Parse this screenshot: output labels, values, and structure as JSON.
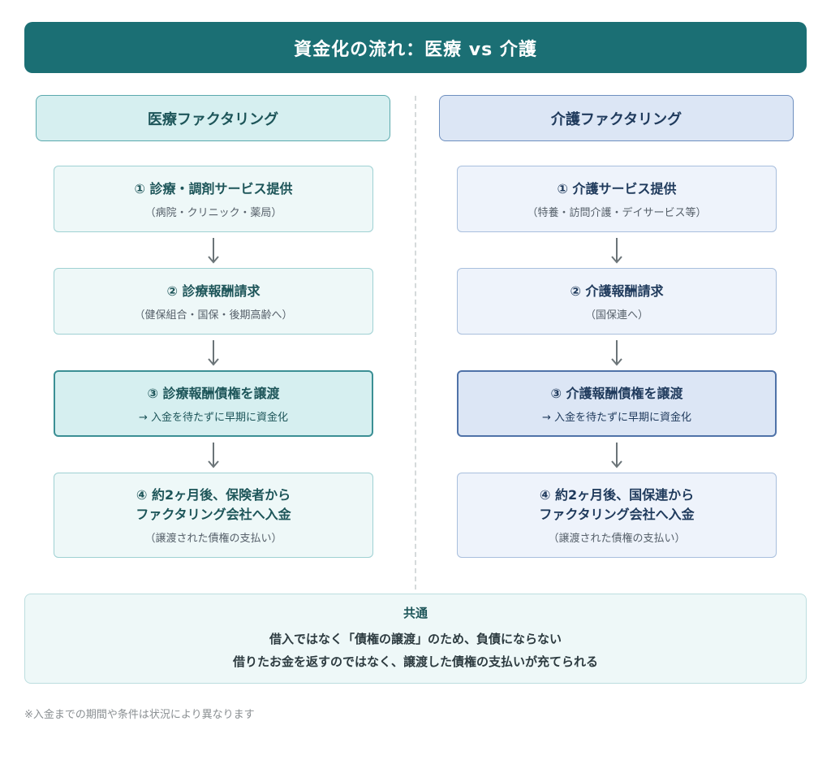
{
  "title": "資金化の流れ：医療 vs 介護",
  "medical": {
    "header": "医療ファクタリング",
    "steps": [
      {
        "title": "① 診療・調剤サービス提供",
        "sub": "（病院・クリニック・薬局）"
      },
      {
        "title": "② 診療報酬請求",
        "sub": "（健保組合・国保・後期高齢へ）"
      },
      {
        "title": "③ 診療報酬債権を譲渡",
        "note": "→ 入金を待たずに早期に資金化"
      },
      {
        "title_line1": "④ 約2ヶ月後、保険者から",
        "title_line2": "ファクタリング会社へ入金",
        "sub": "（譲渡された債権の支払い）"
      }
    ]
  },
  "care": {
    "header": "介護ファクタリング",
    "steps": [
      {
        "title": "① 介護サービス提供",
        "sub": "（特養・訪問介護・デイサービス等）"
      },
      {
        "title": "② 介護報酬請求",
        "sub": "（国保連へ）"
      },
      {
        "title": "③ 介護報酬債権を譲渡",
        "note": "→ 入金を待たずに早期に資金化"
      },
      {
        "title_line1": "④ 約2ヶ月後、国保連から",
        "title_line2": "ファクタリング会社へ入金",
        "sub": "（譲渡された債権の支払い）"
      }
    ]
  },
  "common": {
    "title": "共通",
    "line1": "借入ではなく「債権の譲渡」のため、負債にならない",
    "line2": "借りたお金を返すのではなく、譲渡した債権の支払いが充てられる"
  },
  "footnote": "※入金までの期間や条件は状況により異なります",
  "colors": {
    "banner": "#1b6f74",
    "medical_accent": "#3b8f94",
    "care_accent": "#4f72a8"
  }
}
